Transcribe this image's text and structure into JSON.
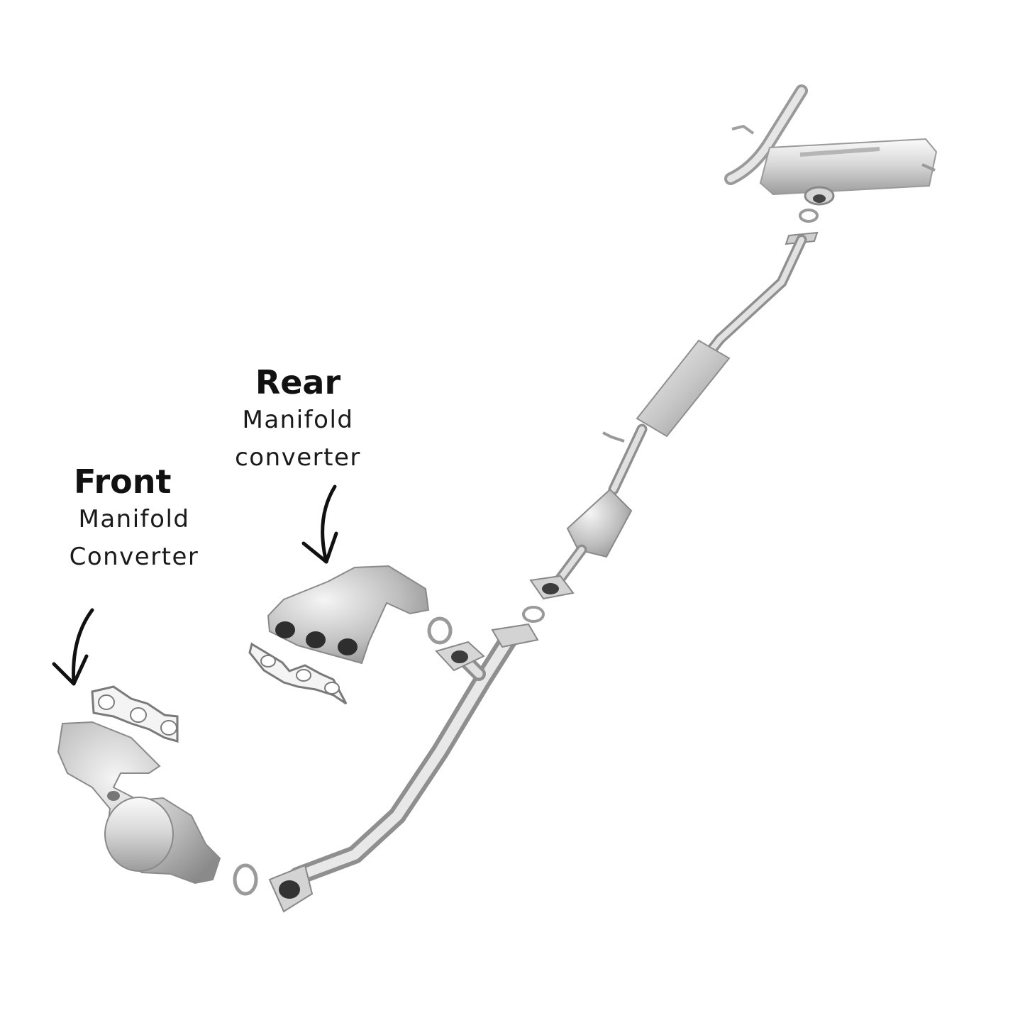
{
  "callouts": {
    "rear": {
      "title": "Rear",
      "line1": "Manifold",
      "line2": "converter"
    },
    "front": {
      "title": "Front",
      "line1": "Manifold",
      "line2": "Converter"
    }
  },
  "colors": {
    "background": "#ffffff",
    "metal_light": "#f2f2f2",
    "metal_mid": "#c9c9c9",
    "metal_dark": "#8f8f8f",
    "text": "#111111"
  },
  "icons": [
    "arrow-down-icon"
  ]
}
